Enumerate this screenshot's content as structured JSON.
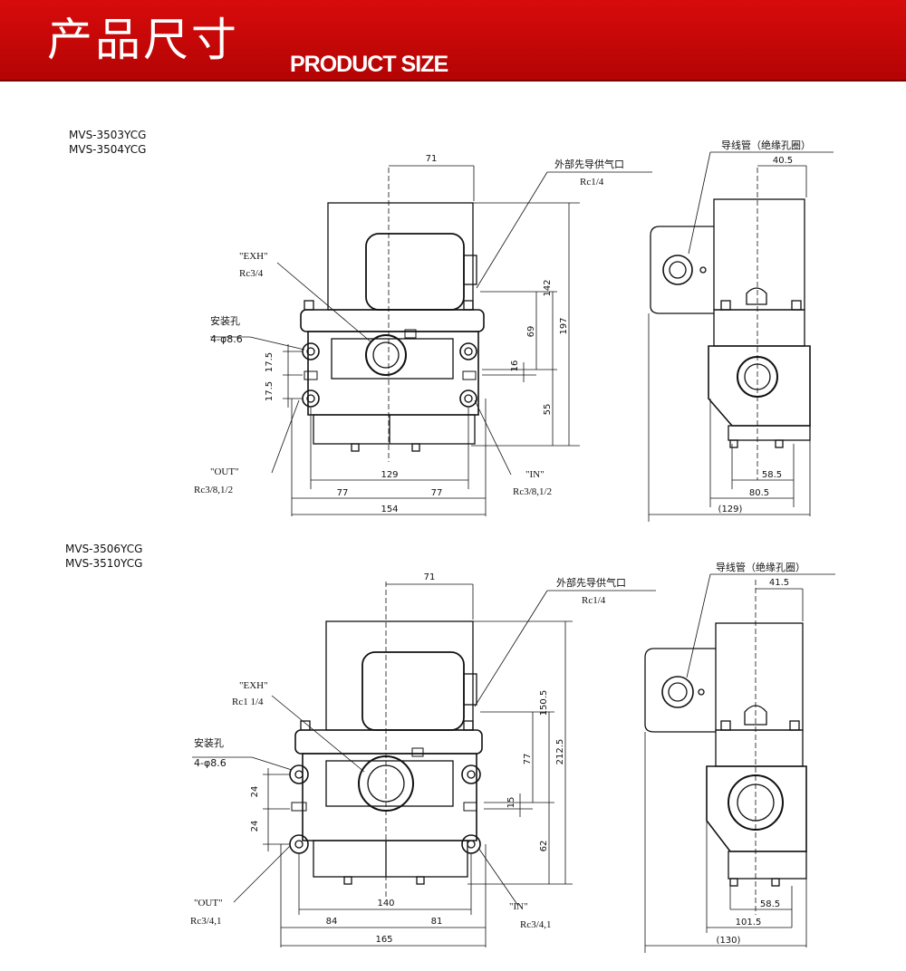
{
  "header": {
    "title_cn": "产品尺寸",
    "title_en": "PRODUCT SIZE",
    "accent_color": "#c80808"
  },
  "diagrams": [
    {
      "models": [
        "MVS-3503YCG",
        "MVS-3504YCG"
      ],
      "front": {
        "pilot_port_label": "外部先导供气口",
        "pilot_port_size": "Rc1/4",
        "exh_label": "\"EXH\"",
        "exh_size": "Rc3/4",
        "mount_label": "安装孔",
        "mount_size": "4-φ8.6",
        "out_label": "\"OUT\"",
        "out_size": "Rc3/8,1/2",
        "in_label": "\"IN\"",
        "in_size": "Rc3/8,1/2",
        "dims": {
          "top_width": "71",
          "h_total": "197",
          "h_upper": "142",
          "h_mid": "69",
          "h_small": "16",
          "h_lower": "55",
          "v_left_top": "17.5",
          "v_left_bot": "17.5",
          "w_inner": "129",
          "w_left": "77",
          "w_right": "77",
          "w_total": "154"
        }
      },
      "side": {
        "conduit_label": "导线管（绝缘孔圈）",
        "top_width": "40.5",
        "w_inner": "58.5",
        "w_mid": "80.5",
        "w_total": "(129)"
      }
    },
    {
      "models": [
        "MVS-3506YCG",
        "MVS-3510YCG"
      ],
      "front": {
        "pilot_port_label": "外部先导供气口",
        "pilot_port_size": "Rc1/4",
        "exh_label": "\"EXH\"",
        "exh_size": "Rc1  1/4",
        "mount_label": "安装孔",
        "mount_size": "4-φ8.6",
        "out_label": "\"OUT\"",
        "out_size": "Rc3/4,1",
        "in_label": "\"IN\"",
        "in_size": "Rc3/4,1",
        "dims": {
          "top_width": "71",
          "h_total": "212.5",
          "h_upper": "150.5",
          "h_mid": "77",
          "h_small": "15",
          "h_lower": "62",
          "v_left_top": "24",
          "v_left_bot": "24",
          "w_inner": "140",
          "w_left": "84",
          "w_right": "81",
          "w_total": "165"
        }
      },
      "side": {
        "conduit_label": "导线管（绝缘孔圈）",
        "top_width": "41.5",
        "w_inner": "58.5",
        "w_mid": "101.5",
        "w_total": "(130)"
      }
    }
  ]
}
